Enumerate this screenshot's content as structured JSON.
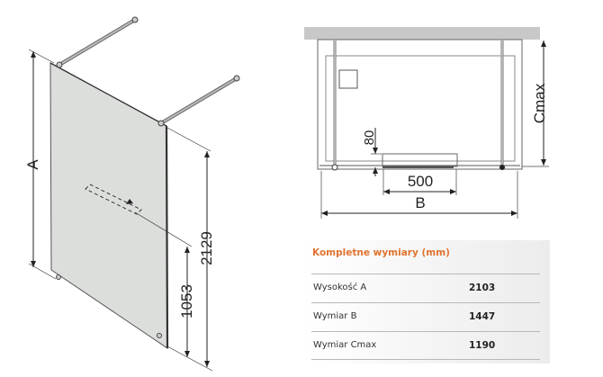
{
  "iso_view": {
    "labels": {
      "height_a": "A",
      "total_height": "2129",
      "shelf_height": "1053"
    }
  },
  "front_view": {
    "labels": {
      "depth": "Cmax",
      "shelf_offset": "80",
      "shelf_width": "500",
      "width": "B"
    }
  },
  "spec_table": {
    "title": "Kompletne wymiary (mm)",
    "rows": [
      {
        "label": "Wysokość A",
        "value": "2103"
      },
      {
        "label": "Wymiar B",
        "value": "1447"
      },
      {
        "label": "Wymiar Cmax",
        "value": "1190"
      }
    ],
    "title_color": "#e0732f"
  }
}
